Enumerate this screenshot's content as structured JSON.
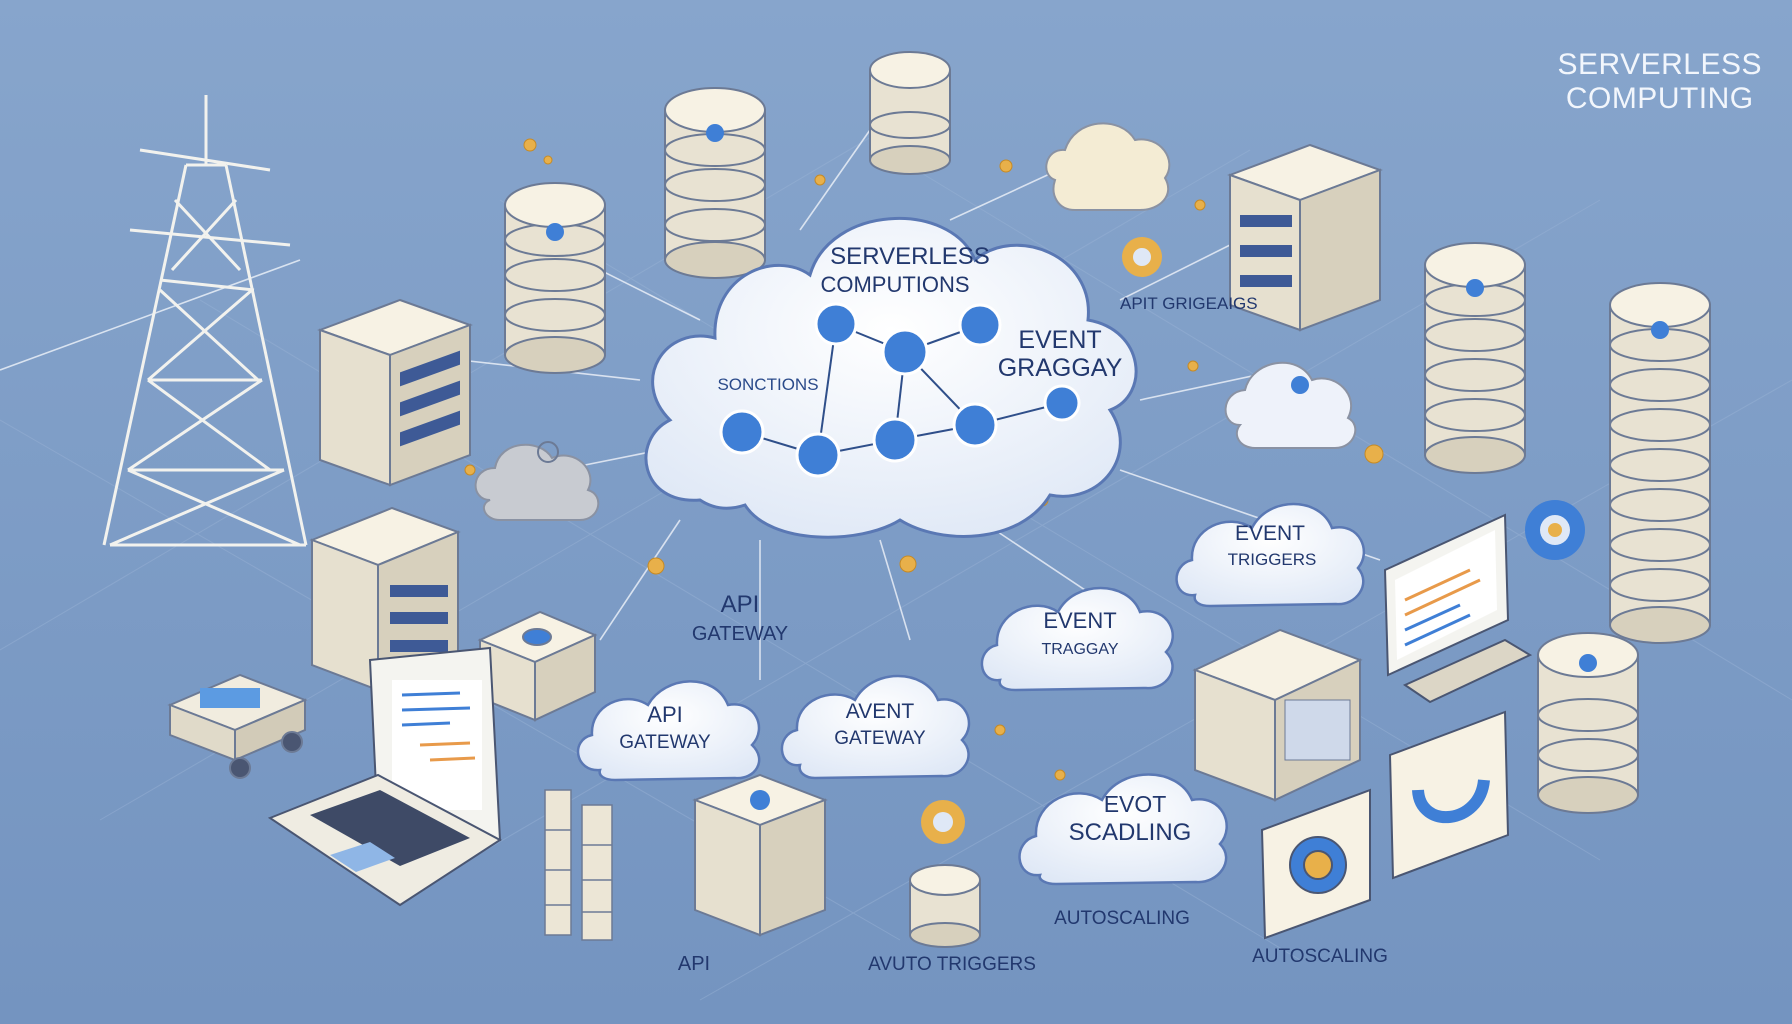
{
  "corner_title": {
    "line1": "SERVERLESS",
    "line2": "COMPUTING"
  },
  "main_cloud": {
    "title_line1": "SERVERLESS",
    "title_line2": "COMPUTIONS",
    "left_label": "SONCTIONS",
    "right_label_line1": "EVENT",
    "right_label_line2": "GRAGGAY"
  },
  "floating_labels": {
    "apit_grigeaigs": "APIT GRIGEAIGS",
    "api_gateway_line1": "API",
    "api_gateway_line2": "GATEWAY"
  },
  "small_clouds": {
    "api_gateway": {
      "line1": "API",
      "line2": "GATEWAY"
    },
    "avent_gateway": {
      "line1": "AVENT",
      "line2": "GATEWAY"
    },
    "event_traggay": {
      "line1": "EVENT",
      "line2": "TRAGGAY"
    },
    "event_triggers": {
      "line1": "EVENT",
      "line2": "TRIGGERS"
    },
    "evot_scadling": {
      "line1": "EVOT",
      "line2": "SCADLING"
    }
  },
  "bottom_labels": {
    "api": "API",
    "avuto_triggers": "AVUTO TRIGGERS",
    "autoscaling_mid": "AUTOSCALING",
    "autoscaling_right": "AUTOSCALING"
  },
  "colors": {
    "background": "#7d9cc6",
    "cloud_fill": "#f4f7fd",
    "server_fill": "#ece6d6",
    "accent_blue": "#3f7fd6",
    "connector_gold": "#e8b04a",
    "label_text": "#2a4a8a"
  }
}
